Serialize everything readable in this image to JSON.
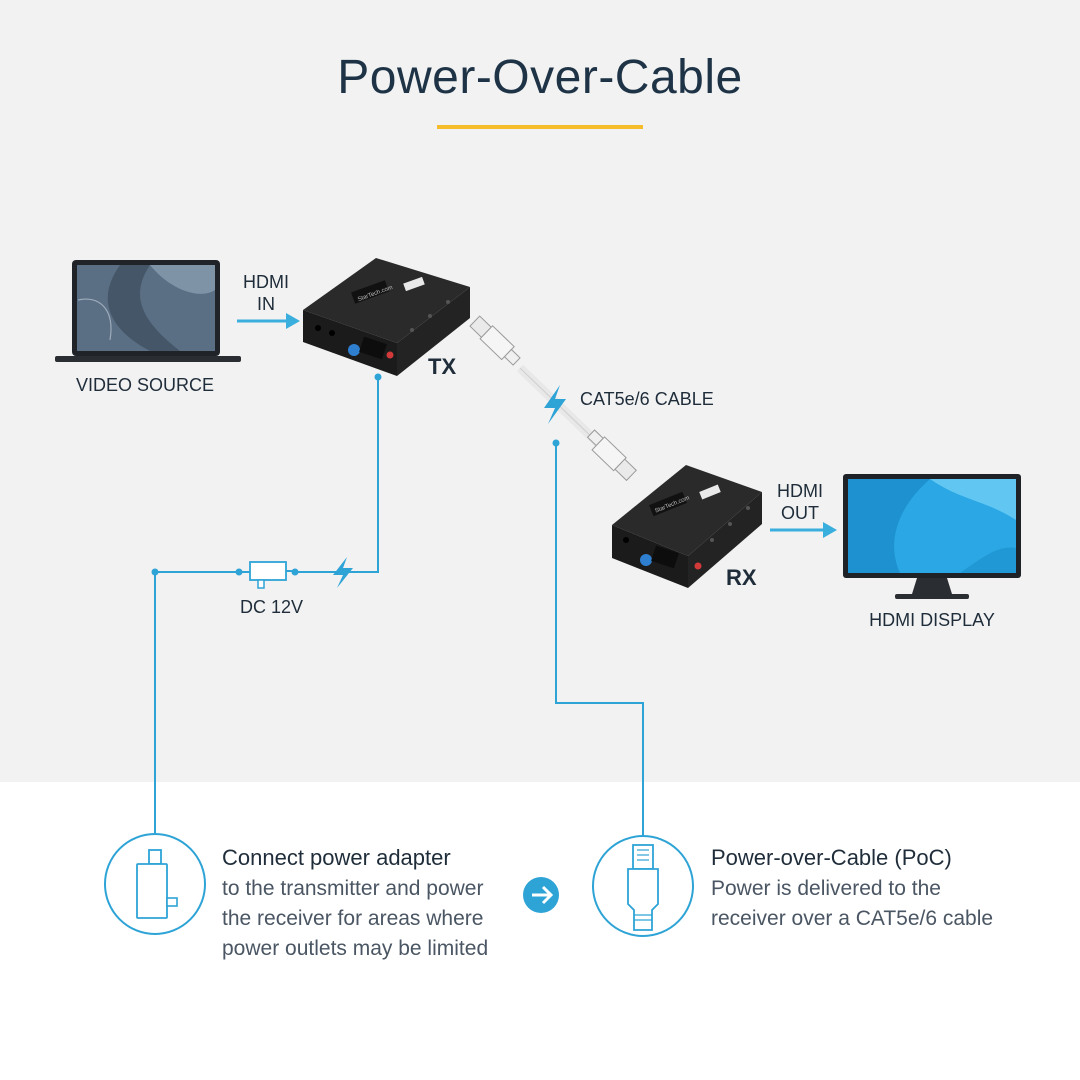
{
  "title": "Power-Over-Cable",
  "labels": {
    "hdmi_in": [
      "HDMI",
      "IN"
    ],
    "hdmi_out": [
      "HDMI",
      "OUT"
    ],
    "video_source": "VIDEO SOURCE",
    "hdmi_display": "HDMI DISPLAY",
    "tx": "TX",
    "rx": "RX",
    "cable": "CAT5e/6 CABLE",
    "dc": "DC 12V",
    "logo": "StarTech.com"
  },
  "info": {
    "left": {
      "title": "Connect power adapter",
      "body": "to the transmitter and power the receiver for areas where power outlets may be limited"
    },
    "right": {
      "title": "Power-over-Cable (PoC)",
      "body": "Power is delivered to the receiver over a CAT5e/6 cable"
    }
  },
  "colors": {
    "accent_blue": "#3aaedd",
    "line_blue": "#2ea3d6",
    "title_underline": "#f5bd2b",
    "device_black": "#1e1e1e",
    "panel_bg": "#f2f2f2"
  },
  "icons": [
    "laptop-icon",
    "monitor-icon",
    "power-adapter-icon",
    "rj45-plug-icon",
    "lightning-icon",
    "arrow-right-icon"
  ]
}
